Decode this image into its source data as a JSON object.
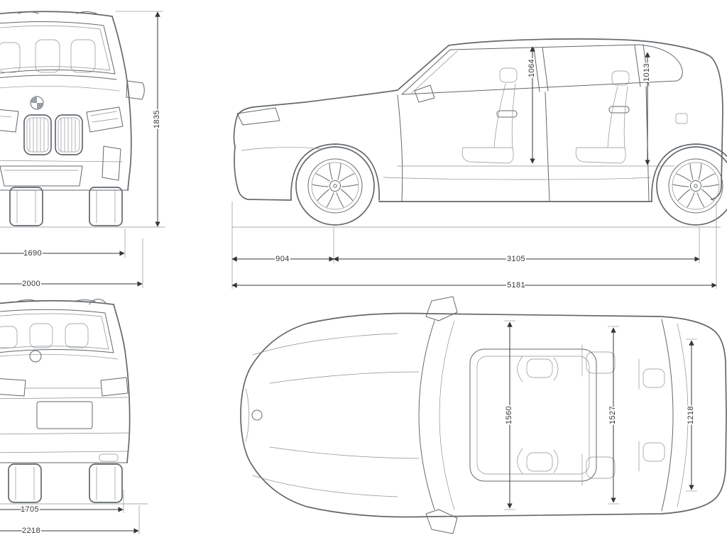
{
  "diagram": {
    "line_color": "#63686c",
    "dim_color": "#33373a",
    "logo_icon": "bmw-roundel"
  },
  "views": {
    "front": {
      "height": "1835",
      "track_width": "1690",
      "overall_width": "2000"
    },
    "side": {
      "front_interior_height": "1064",
      "rear_interior_height": "1013",
      "front_overhang": "904",
      "wheelbase": "3105",
      "overall_length": "5181"
    },
    "rear": {
      "track_width": "1705",
      "overall_width": "2218"
    },
    "top": {
      "front_interior_width": "1560",
      "mid_interior_width": "1527",
      "rear_interior_width": "1218"
    }
  }
}
